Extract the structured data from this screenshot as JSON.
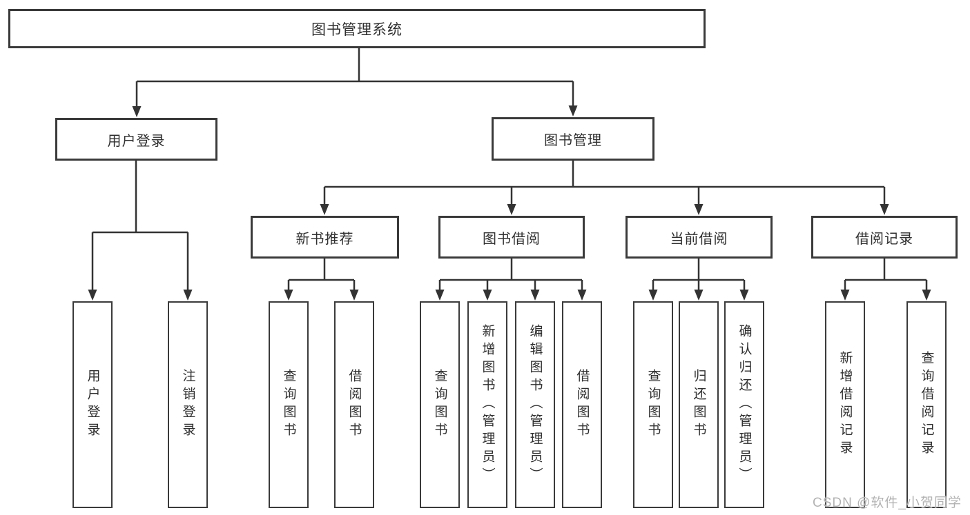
{
  "diagram": {
    "root": "图书管理系统",
    "level2": [
      "用户登录",
      "图书管理"
    ],
    "level3": [
      "新书推荐",
      "图书借阅",
      "当前借阅",
      "借阅记录"
    ],
    "leaves": {
      "userLogin": [
        "用户登录",
        "注销登录"
      ],
      "newBookRecommend": [
        "查询图书",
        "借阅图书"
      ],
      "bookBorrow": [
        "查询图书",
        "新增图书（管理员）",
        "编辑图书（管理员）",
        "借阅图书"
      ],
      "currentBorrow": [
        "查询图书",
        "归还图书",
        "确认归还（管理员）"
      ],
      "borrowRecords": [
        "新增借阅记录",
        "查询借阅记录"
      ]
    }
  },
  "watermark": "CSDN @软件_小贺同学",
  "colors": {
    "line": "#333333",
    "box_border": "#3a3a3a",
    "text": "#2f2f2f",
    "background": "#ffffff",
    "watermark": "#b3b3b3"
  }
}
